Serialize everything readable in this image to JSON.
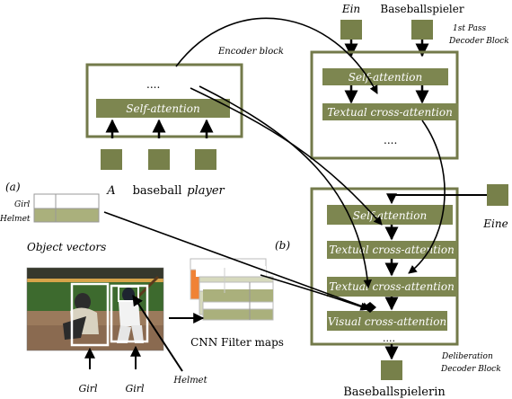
{
  "encoder": {
    "caption": "Encoder block",
    "dots": "....",
    "layer": "Self-attention",
    "tokens": [
      "A",
      "baseball",
      "player"
    ]
  },
  "first_pass": {
    "caption_line1": "1st Pass",
    "caption_line2": "Decoder Block",
    "outputs": [
      "Ein",
      "Baseballspieler"
    ],
    "layers": [
      "Self-attention",
      "Textual cross-attention"
    ],
    "dots": "...."
  },
  "deliberation": {
    "caption_line1": "Deliberation",
    "caption_line2": "Decoder Block",
    "input_word": "Eine",
    "layers": [
      "Self-attention",
      "Textual cross-attention",
      "Textual cross-attention",
      "Visual cross-attention"
    ],
    "dots": "....",
    "output": "Baseballspielerin"
  },
  "object_vectors": {
    "panel_label": "(a)",
    "rows": [
      "Girl",
      "Helmet"
    ],
    "caption": "Object vectors"
  },
  "cnn": {
    "panel_label": "(b)",
    "caption": "CNN Filter maps"
  },
  "photo": {
    "labels": [
      "Girl",
      "Girl",
      "Helmet"
    ]
  },
  "colors": {
    "block_border": "#737a4a",
    "layer_fill": "#7d8650",
    "token_fill": "#77804a",
    "orange": "#f08236",
    "light_olive": "#aab07c",
    "pale_olive": "#d6d9bd"
  }
}
